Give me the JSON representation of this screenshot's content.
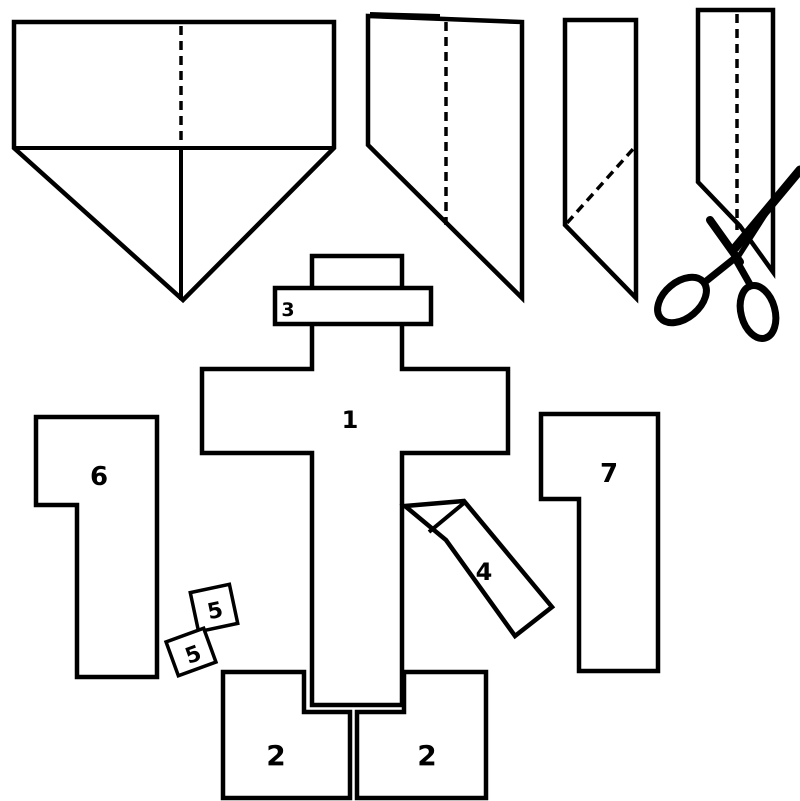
{
  "labels": {
    "cross": "1",
    "base_left": "2",
    "base_right": "2",
    "top_bar": "3",
    "slant_bar": "4",
    "small_square_top": "5",
    "small_square_bottom": "5",
    "left_piece": "6",
    "right_piece": "7"
  },
  "colors": {
    "ink": "#000000",
    "paper": "#ffffff"
  },
  "icons": {
    "scissors": "scissors-icon"
  }
}
